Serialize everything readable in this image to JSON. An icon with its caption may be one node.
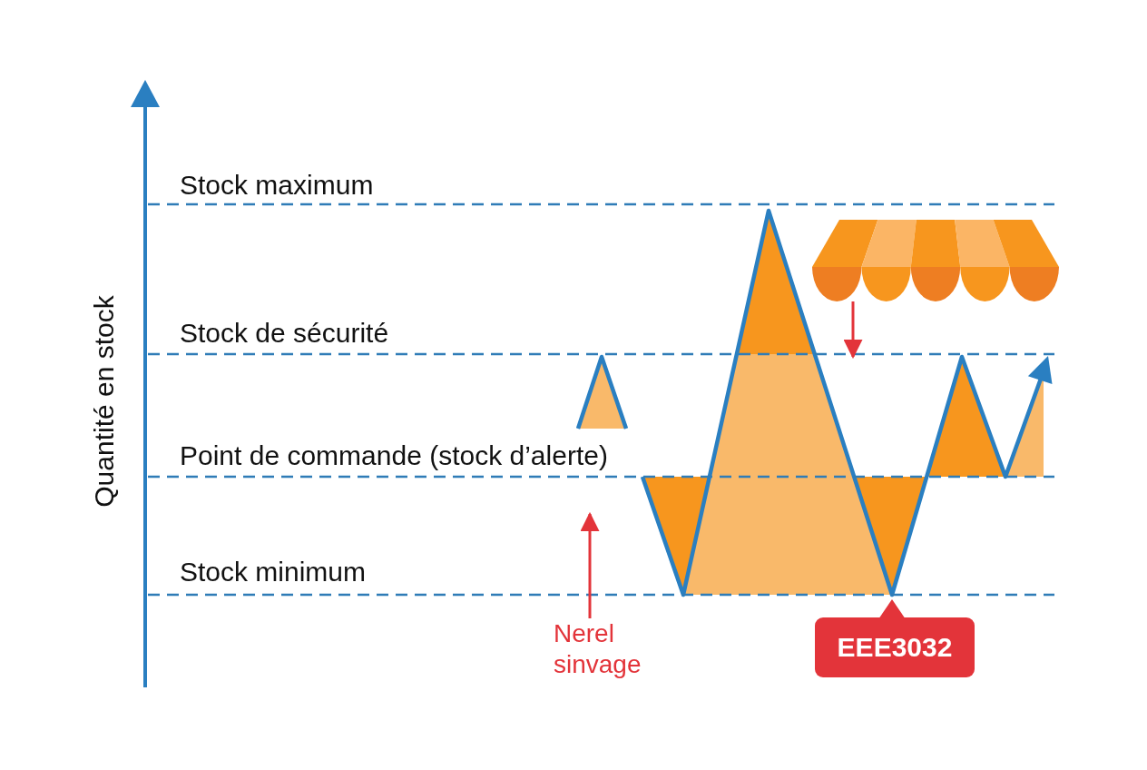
{
  "diagram": {
    "nodes": [
      {
        "text": [],
        "shape": "picture"
      },
      {
        "text": [
          "Nerel sinvage"
        ]
      },
      {
        "text": [
          "EEE3032"
        ]
      }
    ],
    "edges": [
      {
        "from": 0,
        "to": null,
        "arrow": "to"
      },
      {
        "from": 1,
        "to": null,
        "arrow": "to"
      }
    ],
    "labels": [
      "Quantité en stock",
      "Stock maximum",
      "Stock de sécurité",
      "Point de commande (stock d’alerte)",
      "Stock minimum"
    ]
  }
}
